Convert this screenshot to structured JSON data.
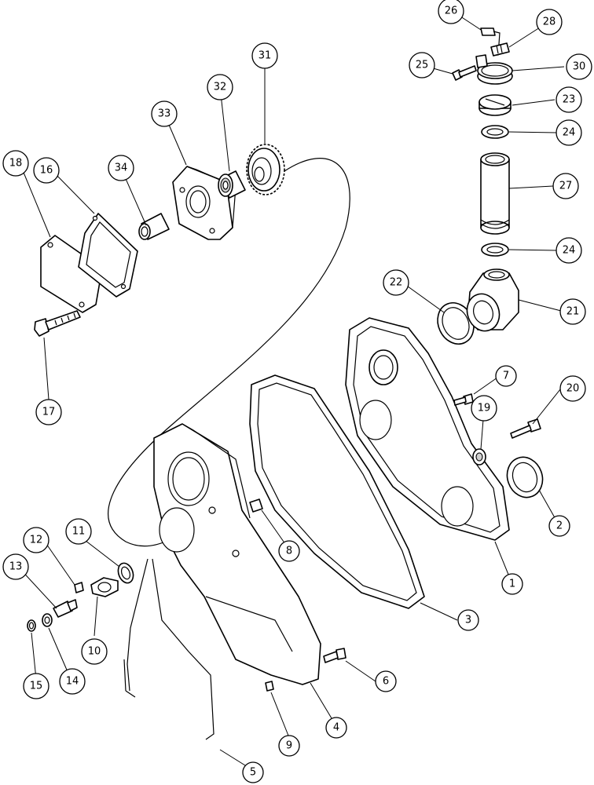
{
  "callouts": [
    {
      "label": "1"
    },
    {
      "label": "2"
    },
    {
      "label": "3"
    },
    {
      "label": "4"
    },
    {
      "label": "5"
    },
    {
      "label": "6"
    },
    {
      "label": "7"
    },
    {
      "label": "8"
    },
    {
      "label": "9"
    },
    {
      "label": "10"
    },
    {
      "label": "11"
    },
    {
      "label": "12"
    },
    {
      "label": "13"
    },
    {
      "label": "14"
    },
    {
      "label": "15"
    },
    {
      "label": "16"
    },
    {
      "label": "17"
    },
    {
      "label": "18"
    },
    {
      "label": "19"
    },
    {
      "label": "20"
    },
    {
      "label": "21"
    },
    {
      "label": "22"
    },
    {
      "label": "23"
    },
    {
      "label": "24"
    },
    {
      "label": "24"
    },
    {
      "label": "25"
    },
    {
      "label": "26"
    },
    {
      "label": "27"
    },
    {
      "label": "28"
    },
    {
      "label": "30"
    },
    {
      "label": "31"
    },
    {
      "label": "32"
    },
    {
      "label": "33"
    },
    {
      "label": "34"
    }
  ]
}
